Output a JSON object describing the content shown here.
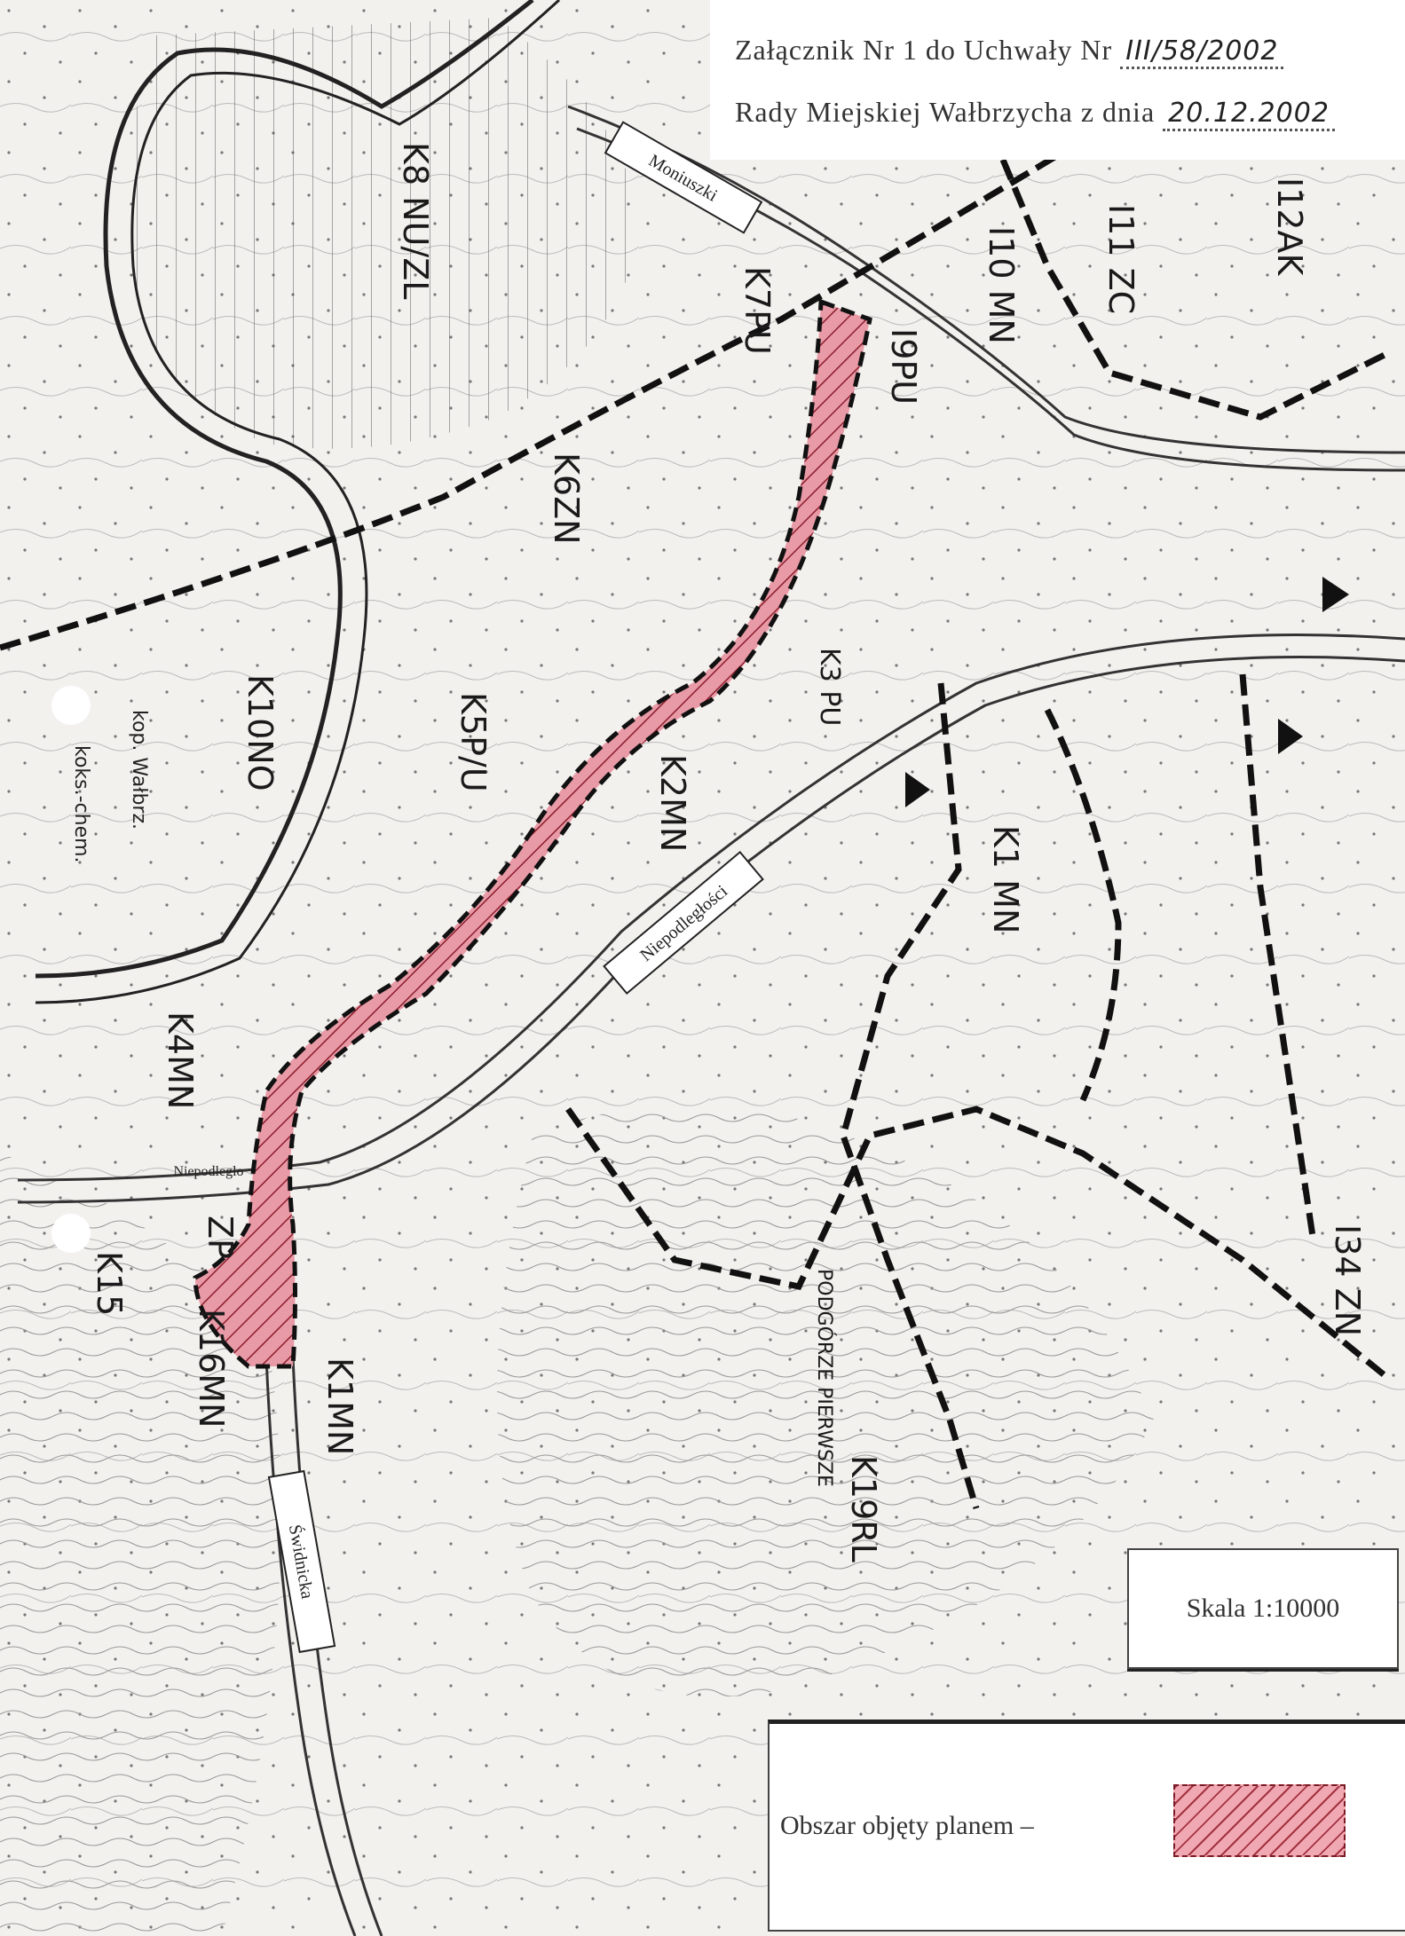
{
  "title": {
    "line1_prefix": "Załącznik Nr 1 do Uchwały Nr",
    "line1_handwritten": "III/58/2002",
    "line2_prefix": "Rady Miejskiej Wałbrzycha z dnia",
    "line2_handwritten": "20.12.2002"
  },
  "streets": {
    "moniuszki": "Moniuszki",
    "niepodleglosci": "Niepodległości",
    "niepodleglosci_small": "Niepodległo",
    "swidnicka": "Świdnicka"
  },
  "zones": {
    "k8": "K8 NU/ZL",
    "k7": "K7PU",
    "k6": "K6ZN",
    "k5": "K5P/U",
    "k10": "K10NO",
    "k9": "I9PU",
    "k10mn": "I10 MN",
    "k11": "I11 ZC",
    "k12": "I12AK",
    "k3": "K3 PU",
    "k2": "K2MN",
    "k1mn_east": "K1 MN",
    "k4": "K4MN",
    "zp": "ZP",
    "k15": "K15",
    "k16": "K16MN",
    "k1mn_south": "K1MN",
    "k19": "K19RL",
    "podgorze": "PODGÓRZE PIERWSZE",
    "k34": "I34 ZN"
  },
  "terrain_labels": {
    "kop": "kop. Wałbrz.",
    "koks": "koks.-chem."
  },
  "scale_label": "Skala 1:10000",
  "legend": {
    "label": "Obszar objęty planem –"
  },
  "colors": {
    "plan_area_fill": "#e89aa6",
    "plan_area_hatch": "#8c1d2c",
    "boundary": "#111111",
    "paper": "#f3f1ee"
  }
}
